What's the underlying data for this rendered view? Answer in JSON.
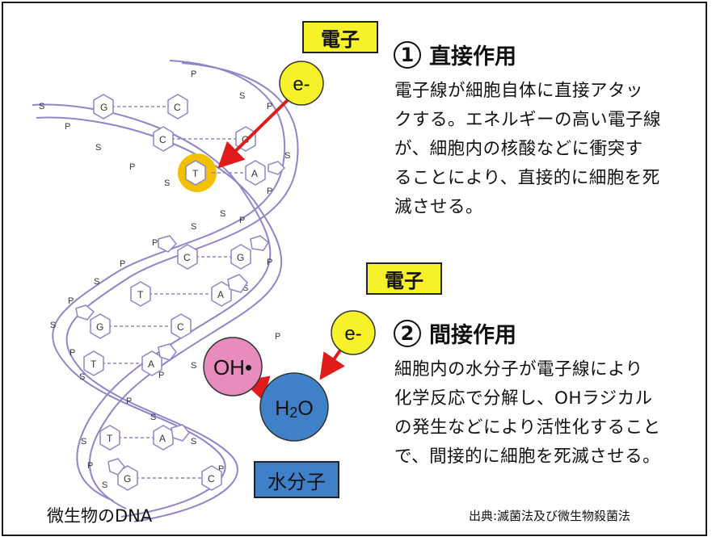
{
  "labels": {
    "electron_1": "電子",
    "electron_2": "電子",
    "electron_symbol": "e-",
    "oh": "OH•",
    "h2o_main": "H",
    "h2o_sub": "2",
    "h2o_tail": "O",
    "water": "水分子",
    "dna_caption": "微生物のDNA",
    "source": "出典:滅菌法及び微生物殺菌法"
  },
  "section1": {
    "number": "1",
    "title": "直接作用",
    "lines": [
      "電子線が細胞自体に直接アタッ",
      "クする。エネルギーの高い電子線",
      "が、細胞内の核酸などに衝突す",
      "ることにより、直接的に細胞を死",
      "滅させる。"
    ]
  },
  "section2": {
    "number": "2",
    "title": "間接作用",
    "lines": [
      "細胞内の水分子が電子線により",
      "化学反応で分解し、OHラジカル",
      "の発生などにより活性化すること",
      "で、間接的に細胞を死滅させる。"
    ]
  },
  "dna": {
    "backbone_letters": [
      "S",
      "P"
    ],
    "base_pairs": [
      [
        "G",
        "C"
      ],
      [
        "C",
        "G"
      ],
      [
        "T",
        "A"
      ],
      [
        "C",
        "G"
      ],
      [
        "T",
        "A"
      ],
      [
        "G",
        "C"
      ],
      [
        "T",
        "A"
      ],
      [
        "T",
        "A"
      ],
      [
        "G",
        "C"
      ]
    ]
  },
  "colors": {
    "yellow": "#f7f129",
    "blue": "#3f80c8",
    "pink": "#e88bbd",
    "arrow": "#e01b1b",
    "strand": "#8b87c9",
    "highlight": "#f3c000"
  }
}
